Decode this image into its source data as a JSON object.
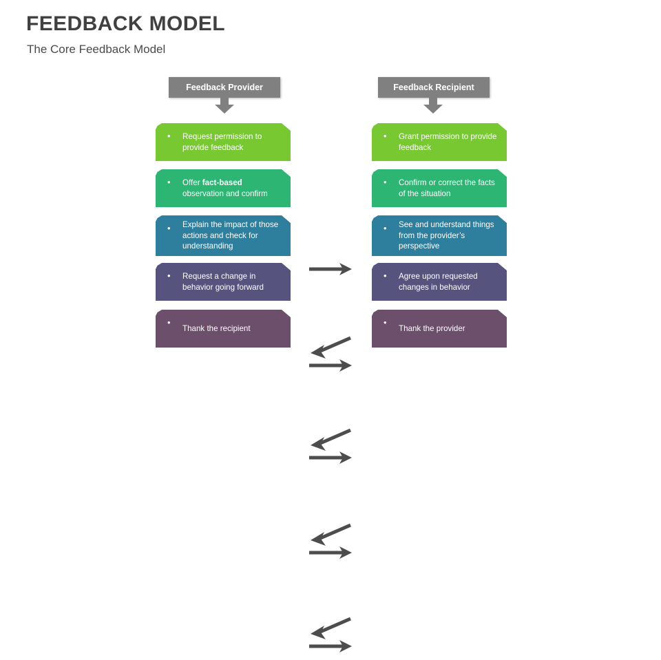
{
  "slide": {
    "title": "FEEDBACK MODEL",
    "subtitle": "The Core Feedback Model"
  },
  "colors": {
    "header_gray": "#808080",
    "arrow_gray": "#4d4d4d",
    "title_text": "#404040",
    "row_green": "#78c832",
    "row_teal": "#2cb573",
    "row_blue": "#2e7f9e",
    "row_navy": "#56547f",
    "row_purple": "#6b4f6b"
  },
  "columns": {
    "left": {
      "header": "Feedback Provider"
    },
    "right": {
      "header": "Feedback Recipient"
    }
  },
  "rows": [
    {
      "color": "#78c832",
      "left_text": "Request permission to provide feedback",
      "left_bold": "",
      "right_text": "Grant permission to provide feedback",
      "arrows": [
        "right"
      ]
    },
    {
      "color": "#2cb573",
      "left_text_pre": "Offer ",
      "left_bold": "fact-based",
      "left_text_post": " observation and confirm",
      "right_text": "Confirm or correct the facts of the situation",
      "arrows": [
        "left-diagonal",
        "right"
      ]
    },
    {
      "color": "#2e7f9e",
      "left_text": "Explain the impact of those actions and check for understanding",
      "left_bold": "",
      "right_text": "See and understand things from the provider’s perspective",
      "arrows": [
        "left-diagonal",
        "right"
      ]
    },
    {
      "color": "#56547f",
      "left_text": "Request a change in behavior going forward",
      "left_bold": "",
      "right_text": "Agree upon requested changes in behavior",
      "arrows": [
        "left-diagonal",
        "right"
      ]
    },
    {
      "color": "#6b4f6b",
      "left_text": "Thank the recipient",
      "left_bold": "",
      "right_text": "Thank the provider",
      "arrows": [
        "left-diagonal",
        "right"
      ]
    }
  ],
  "bullet_glyph": "•"
}
